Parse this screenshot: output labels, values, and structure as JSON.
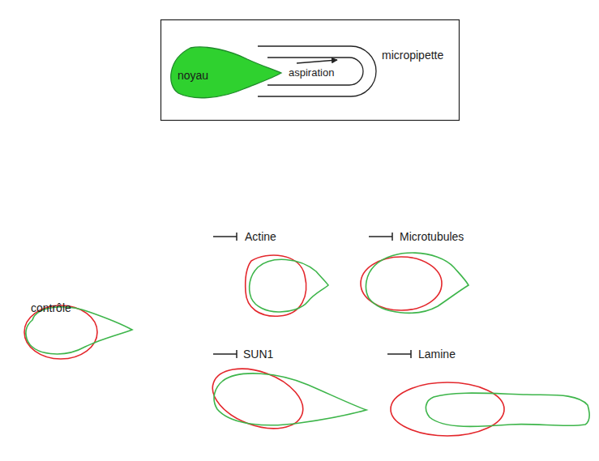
{
  "diagram": {
    "nodes": [
      {
        "text": [
          "noyau"
        ]
      },
      {
        "text": [
          "aspiration",
          "micropipette"
        ]
      }
    ],
    "labels": [
      "contrôle",
      "Actine",
      "Microtubules",
      "SUN1",
      "Lamine"
    ]
  }
}
